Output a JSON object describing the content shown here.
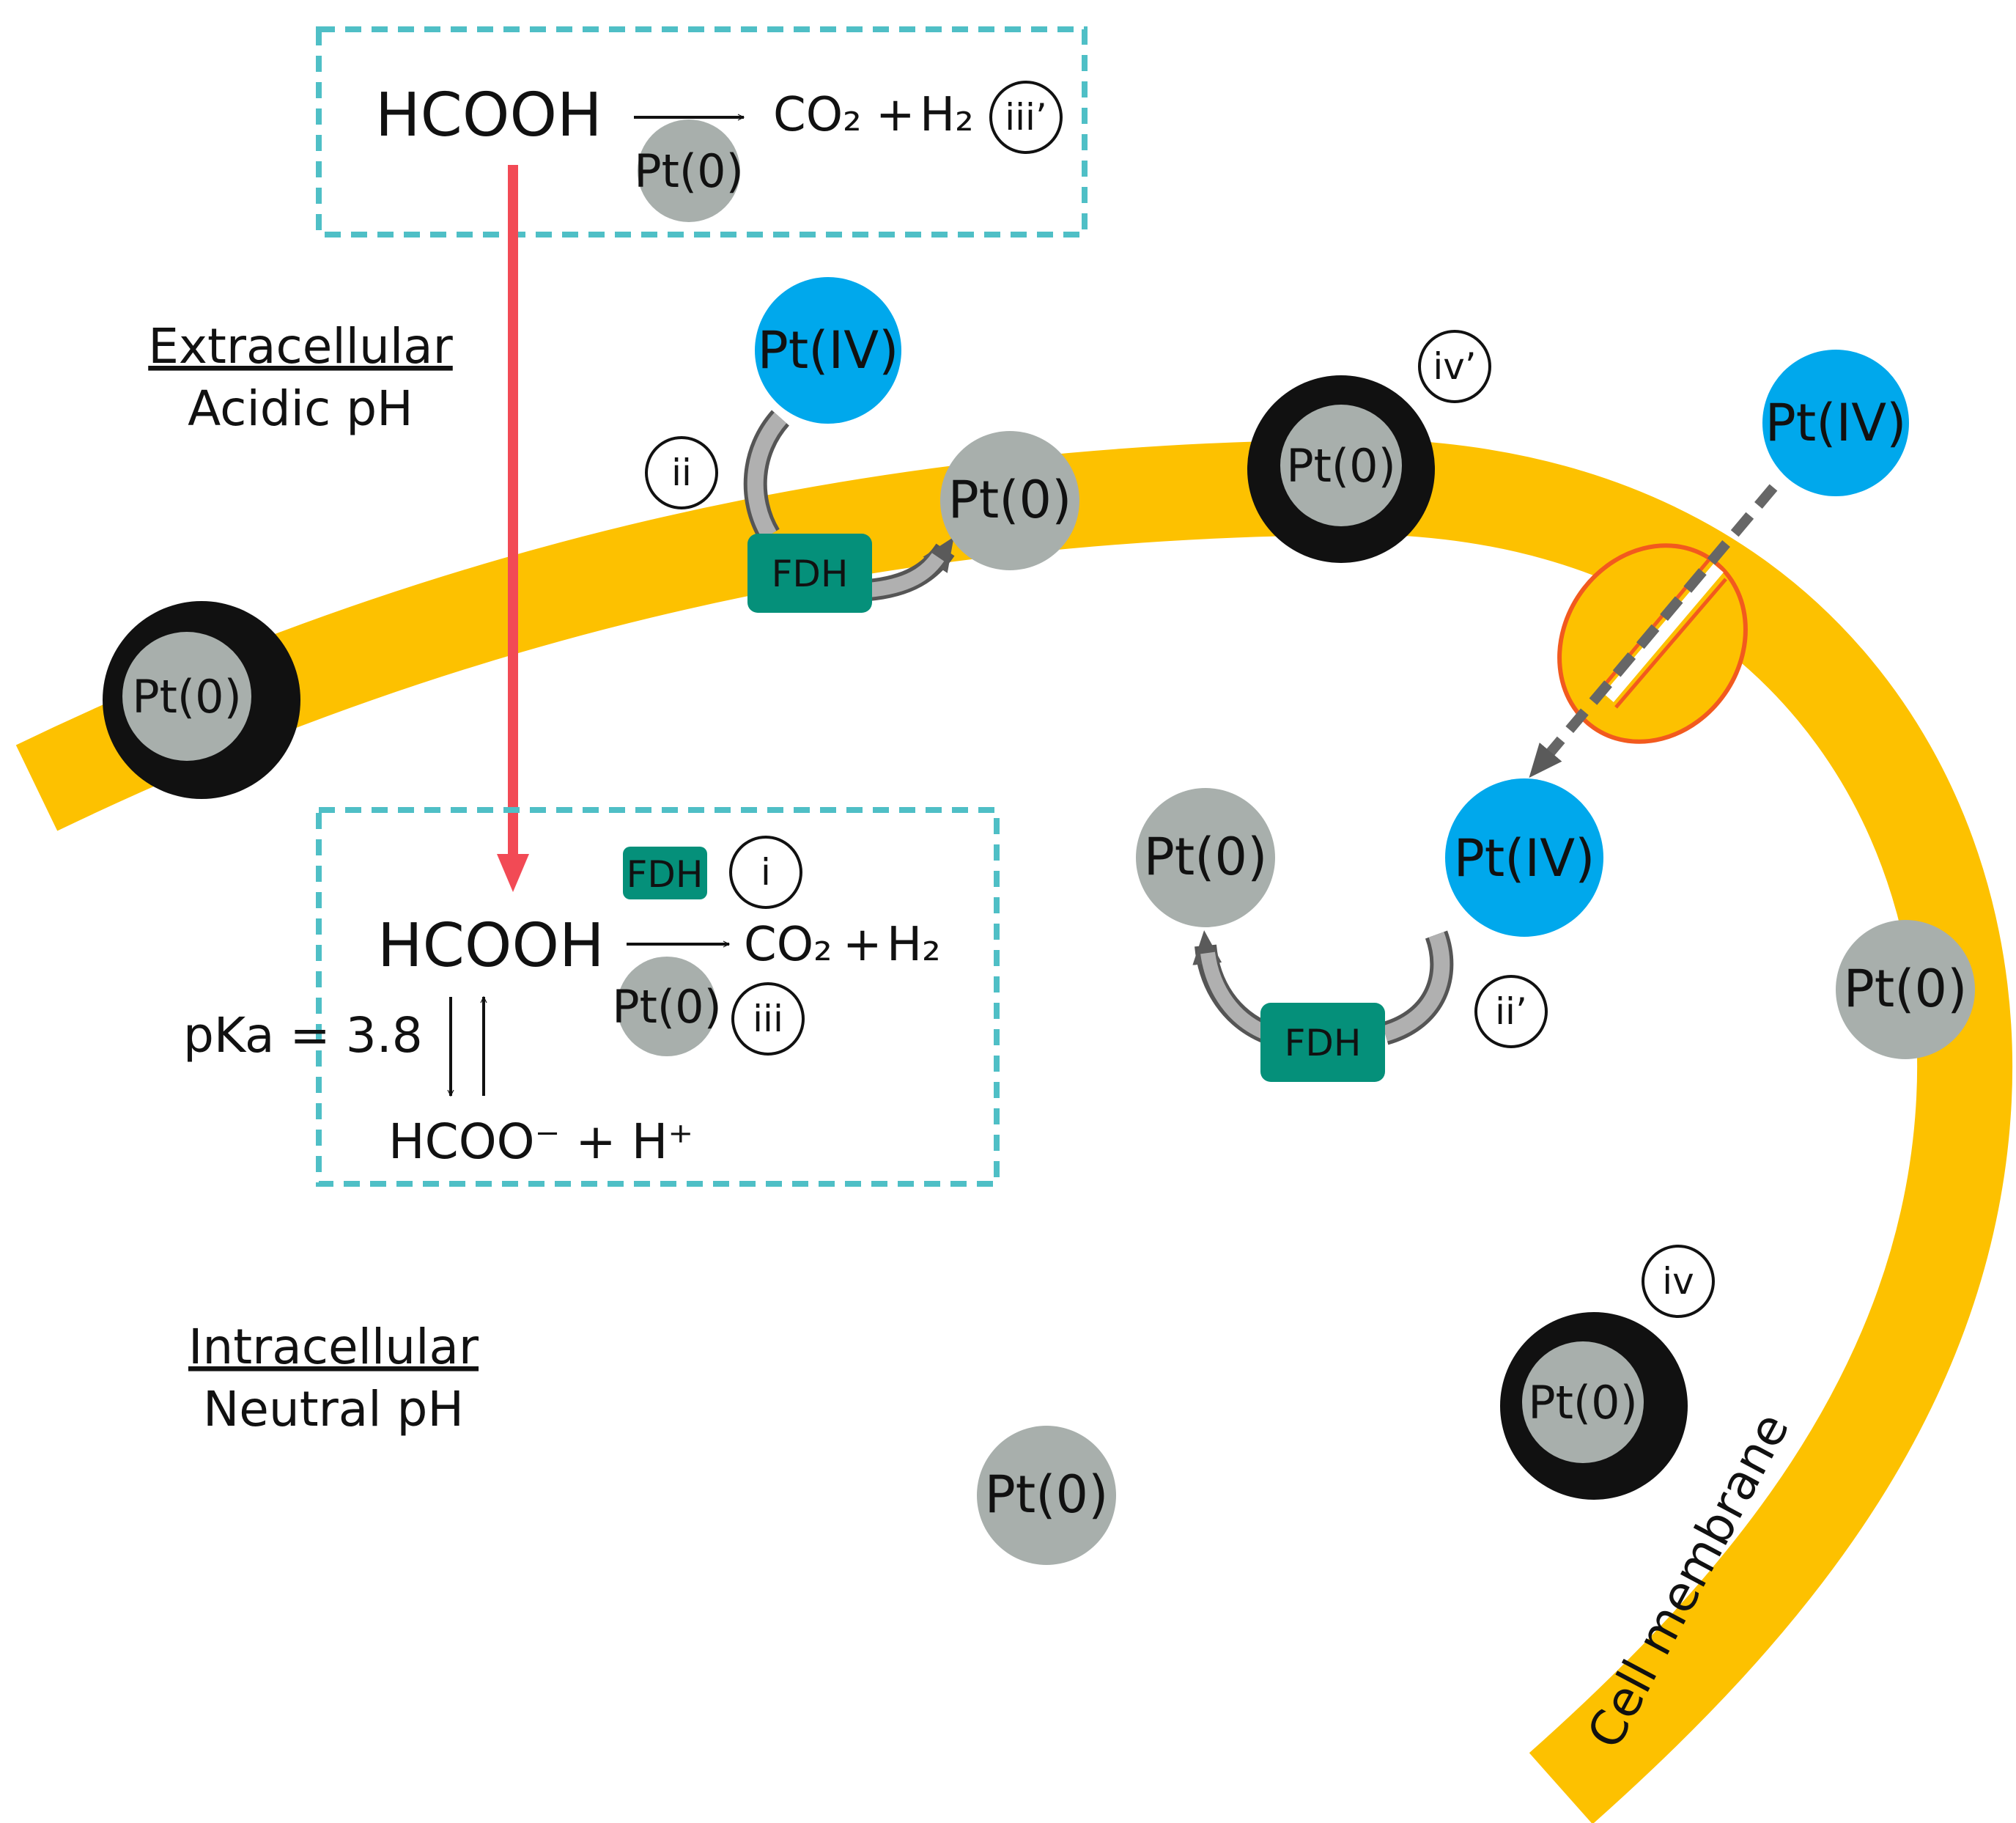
{
  "regions": {
    "extracellular": {
      "title": "Extracellular",
      "subtitle": "Acidic pH"
    },
    "intracellular": {
      "title": "Intracellular",
      "subtitle": "Neutral pH"
    }
  },
  "membrane_label": "Cell membrane",
  "particles": {
    "pt0": "Pt(0)",
    "pt4": "Pt(IV)"
  },
  "enzyme": "FDH",
  "extracellular_reaction": {
    "reactant": "HCOOH",
    "products_co2": "CO₂",
    "plus": "+",
    "products_h2": "H₂",
    "label": "iii’"
  },
  "intracellular_reaction": {
    "reactant": "HCOOH",
    "products_co2": "CO₂",
    "plus": "+",
    "products_h2": "H₂",
    "enzyme_label": "i",
    "catalyst_label": "iii",
    "pka": "pKa = 3.8",
    "dissociated": "HCOO⁻ + H⁺"
  },
  "pathway_labels": {
    "ii": "ii",
    "ii_prime": "ii’",
    "iv": "iv",
    "iv_prime": "iv’"
  },
  "colors": {
    "membrane": "#FDC100",
    "pt0": "#A8AFAC",
    "pt4": "#00A8EC",
    "fdh": "#05907A",
    "box_border": "#4FBFC6",
    "red_arrow": "#F24A55",
    "channel": "#F25A1E"
  }
}
